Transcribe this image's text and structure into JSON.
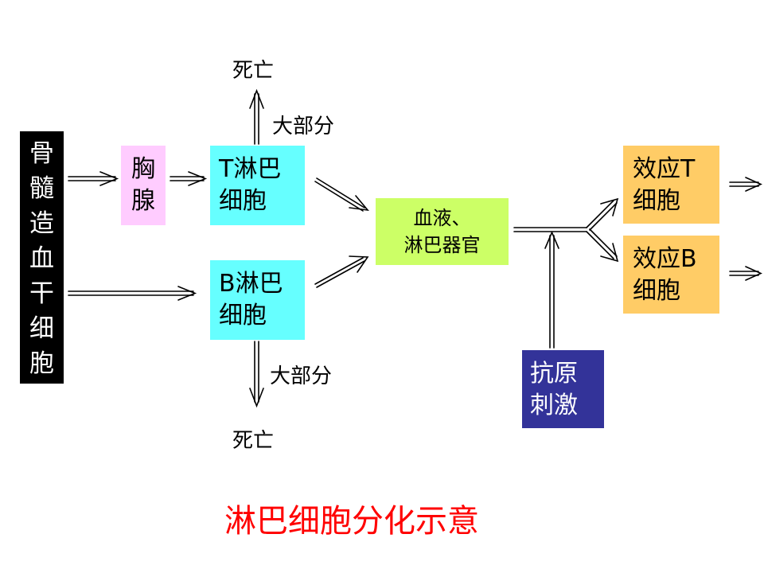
{
  "bone_marrow": {
    "label_chars": [
      "骨",
      "髓",
      "造",
      "血",
      "干",
      "细",
      "胞"
    ],
    "bg": "#000000",
    "fg": "#ffffff"
  },
  "thymus": {
    "line1": "胸",
    "line2": "腺",
    "bg": "#ffccff"
  },
  "t_lymph": {
    "line1": "T淋巴",
    "line2": "细胞",
    "bg": "#66ffff"
  },
  "b_lymph": {
    "line1": "B淋巴",
    "line2": "细胞",
    "bg": "#66ffff"
  },
  "blood_lymph_organs": {
    "line1": "血液、",
    "line2": "淋巴器官",
    "bg": "#ccff66"
  },
  "antigen": {
    "line1": "抗原",
    "line2": "刺激",
    "bg": "#333399",
    "fg": "#ffffff"
  },
  "effector_t": {
    "line1": "效应T",
    "line2": "细胞",
    "bg": "#ffcc66"
  },
  "effector_b": {
    "line1": "效应B",
    "line2": "细胞",
    "bg": "#ffcc66"
  },
  "t_death": {
    "label": "死亡",
    "branch": "大部分"
  },
  "b_death": {
    "label": "死亡",
    "branch": "大部分"
  },
  "caption": {
    "text": "淋巴细胞分化示意",
    "color": "#ff0000"
  }
}
